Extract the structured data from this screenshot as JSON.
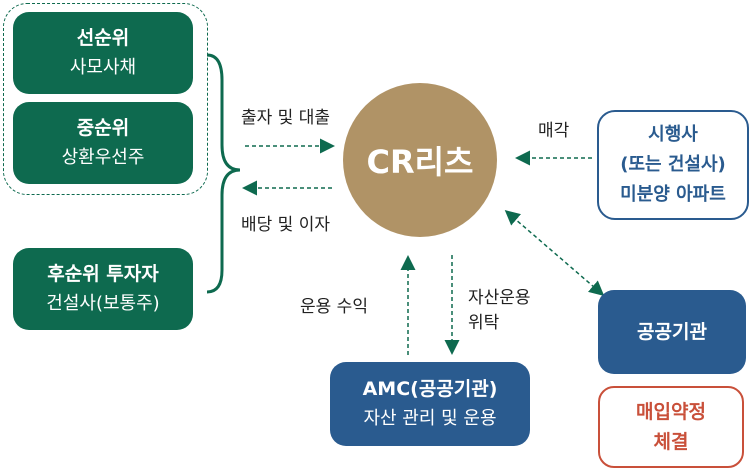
{
  "center": {
    "label": "CR리츠"
  },
  "senior_bond": {
    "title": "선순위",
    "subtitle": "사모사채"
  },
  "mezzanine": {
    "title": "중순위",
    "subtitle": "상환우선주"
  },
  "junior": {
    "title": "후순위 투자자",
    "subtitle": "건설사(보통주)"
  },
  "builder": {
    "line1": "시행사",
    "line2": "(또는 건설사)",
    "line3": "미분양 아파트"
  },
  "amc": {
    "title": "AMC(공공기관)",
    "subtitle": "자산 관리 및 운용"
  },
  "public_agency": {
    "label": "공공기관"
  },
  "purchase_agreement": {
    "line1": "매입약정",
    "line2": "체결"
  },
  "flows": {
    "investment": "출자 및 대출",
    "dividend": "배당 및 이자",
    "sale": "매각",
    "operation_income": "운용 수익",
    "entrust_line1": "자산운용",
    "entrust_line2": "위탁"
  },
  "colors": {
    "green": "#0e6a4f",
    "blue": "#2a5b8f",
    "gold": "#b09366",
    "red": "#c9503a"
  }
}
